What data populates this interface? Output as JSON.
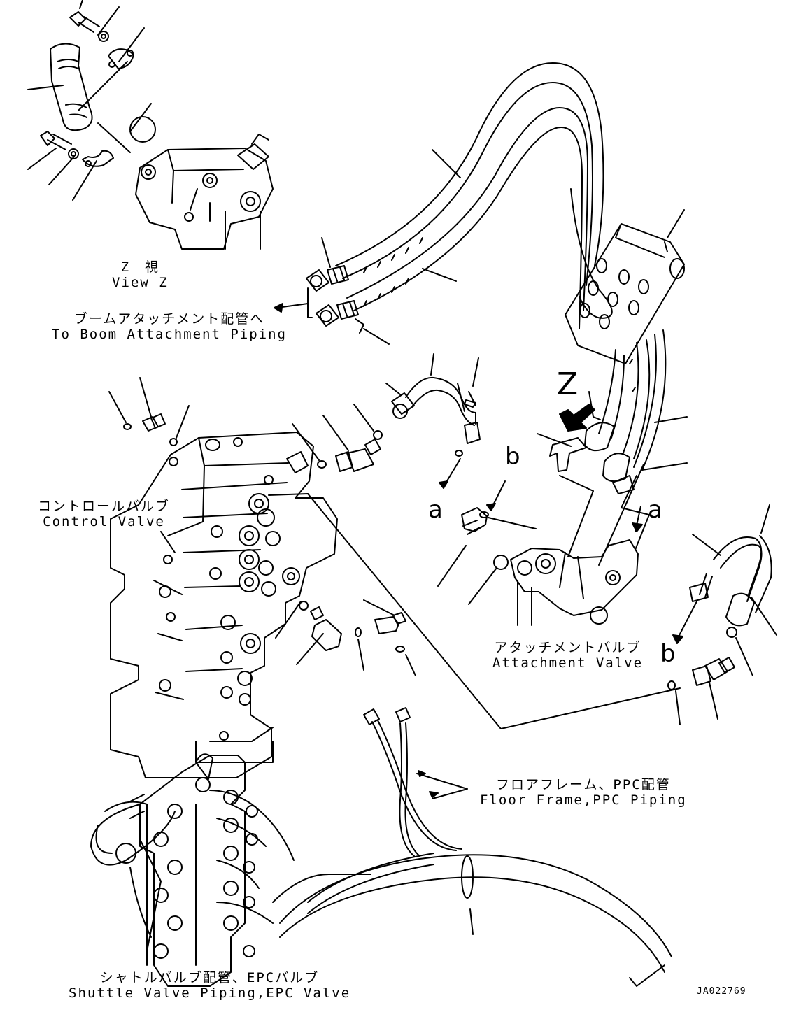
{
  "labels": {
    "view_z": {
      "jp": "Z　視",
      "en": "View Z"
    },
    "boom_attachment": {
      "jp": "ブームアタッチメント配管へ",
      "en": "To Boom Attachment Piping"
    },
    "control_valve": {
      "jp": "コントロールバルブ",
      "en": "Control Valve"
    },
    "attachment_valve": {
      "jp": "アタッチメントバルブ",
      "en": "Attachment Valve"
    },
    "floor_frame": {
      "jp": "フロアフレーム、PPC配管",
      "en": "Floor Frame,PPC Piping"
    },
    "shuttle_valve": {
      "jp": "シャトルバルブ配管、EPCバルブ",
      "en": "Shuttle Valve Piping,EPC Valve"
    }
  },
  "markers": {
    "z": "Z",
    "a_left": "a",
    "a_right": "a",
    "b_upper": "b",
    "b_lower": "b"
  },
  "drawing_code": "JA022769"
}
